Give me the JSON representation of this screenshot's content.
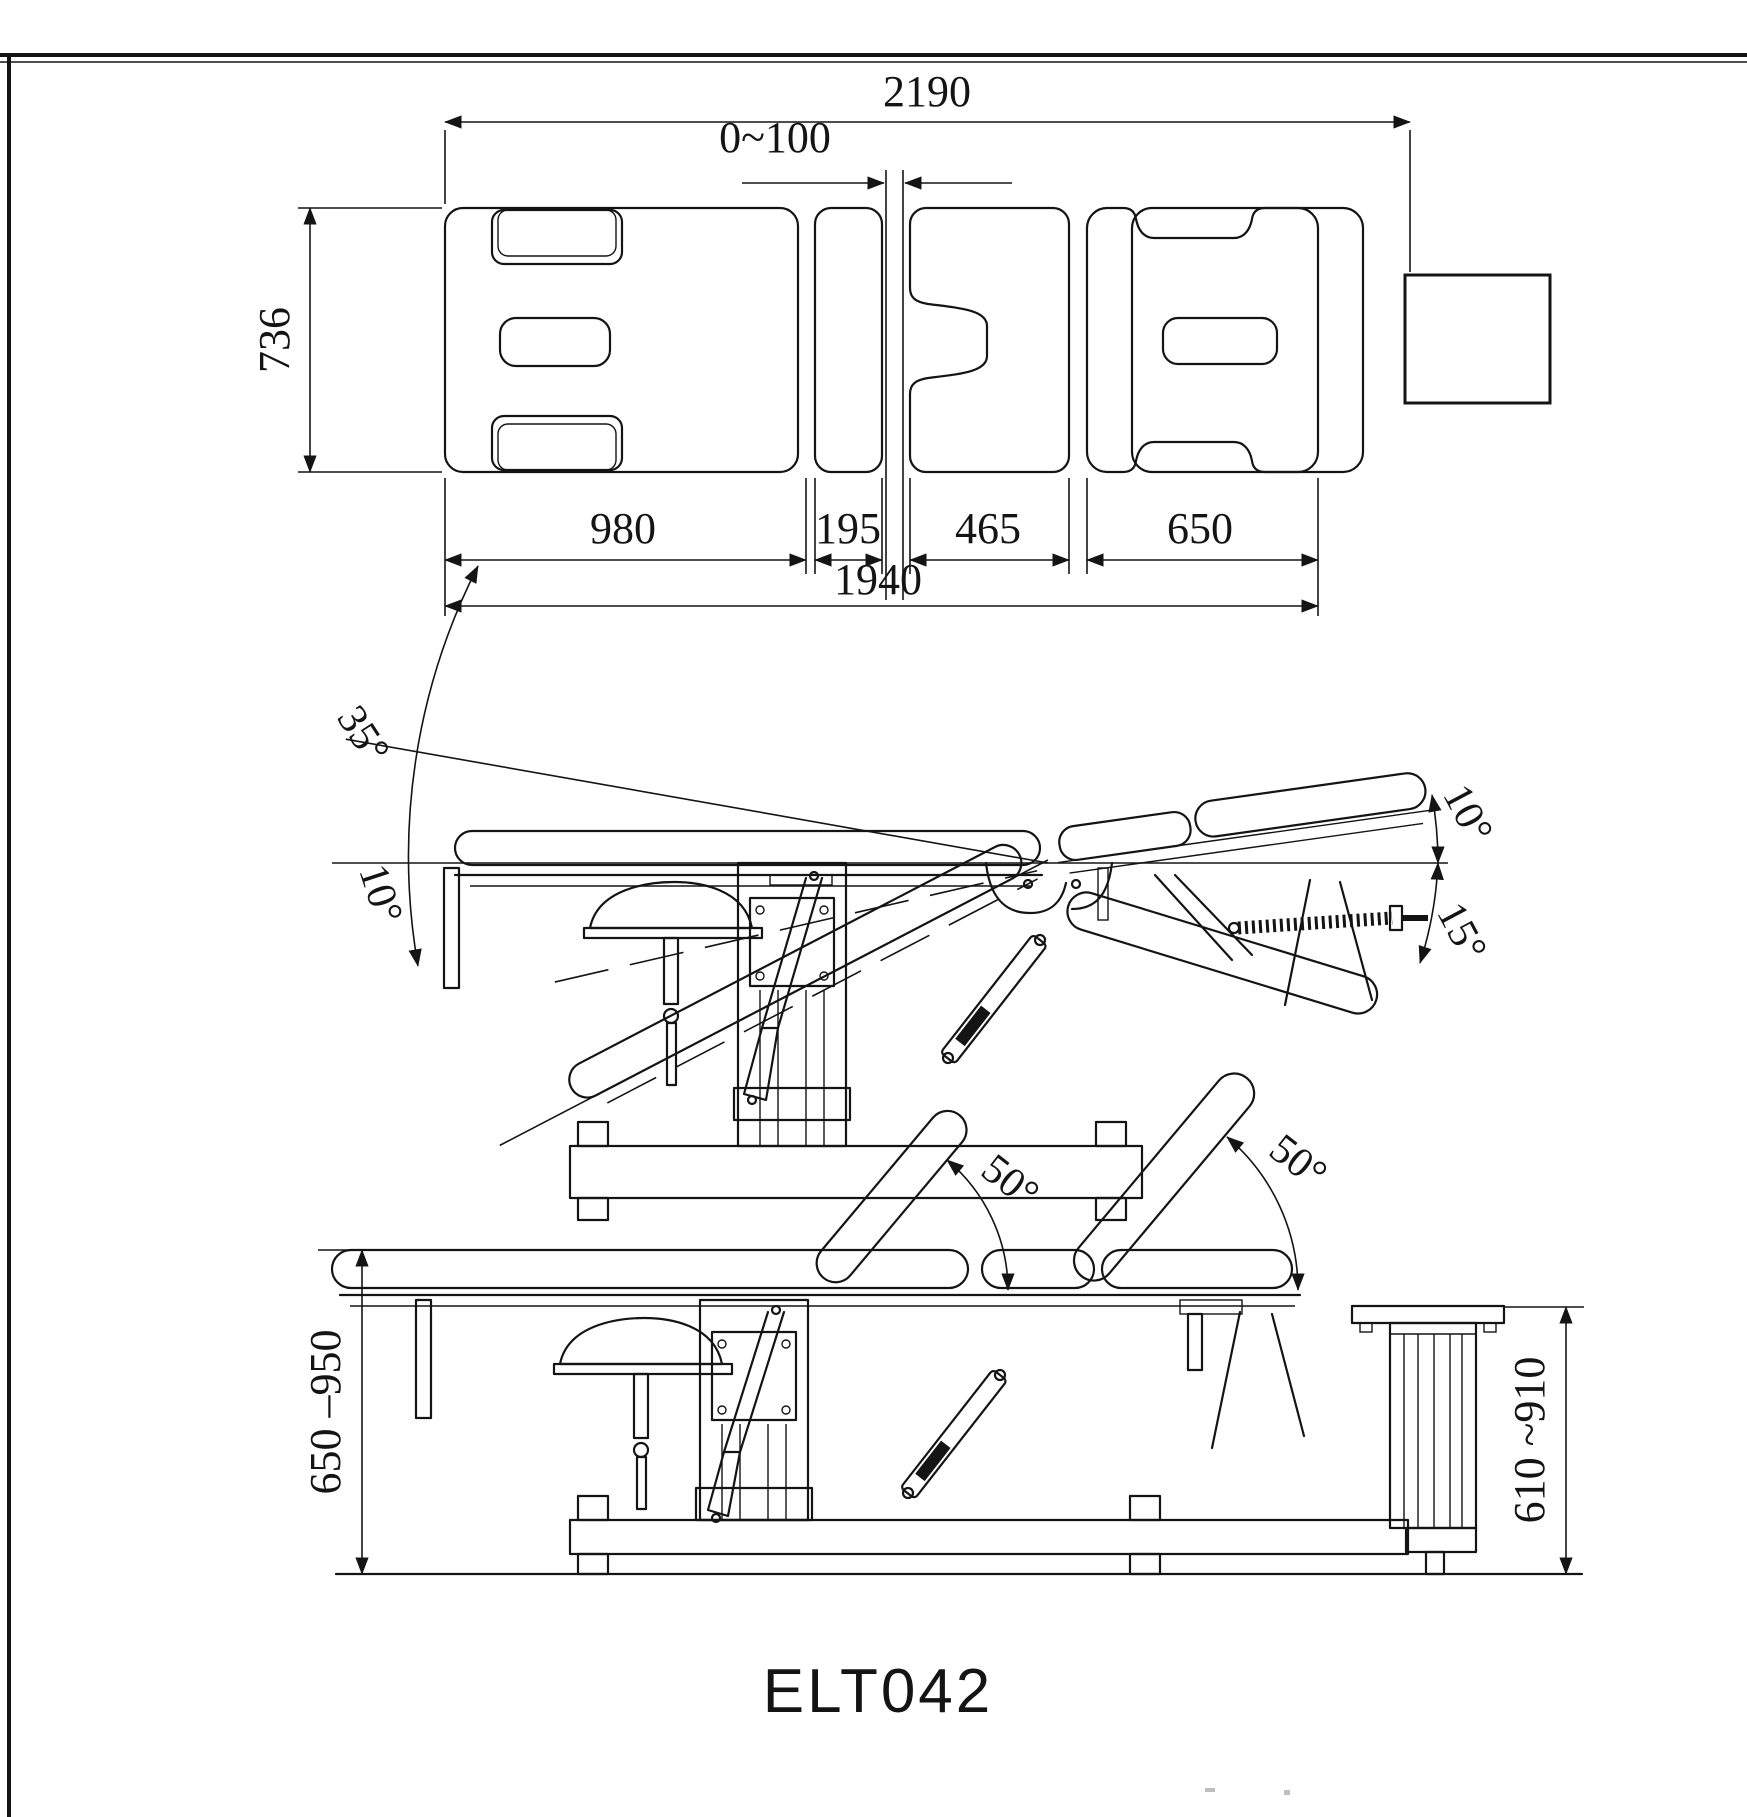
{
  "drawing": {
    "model": "ELT042",
    "top_view": {
      "overall_length_mm": "2190",
      "headrest_gap_mm": "0~100",
      "width_mm": "736",
      "pad_length_mm": "1940",
      "sections": {
        "head": "980",
        "arm": "195",
        "seat": "465",
        "leg": "650"
      }
    },
    "angles": {
      "backrest_up": "35°",
      "backrest_down": "10°",
      "leg_up": "10°",
      "leg_down": "15°",
      "section_up_left": "50°",
      "section_up_right": "50°"
    },
    "heights": {
      "table_range": "650 –950",
      "stool_range": "610 ~910"
    }
  }
}
